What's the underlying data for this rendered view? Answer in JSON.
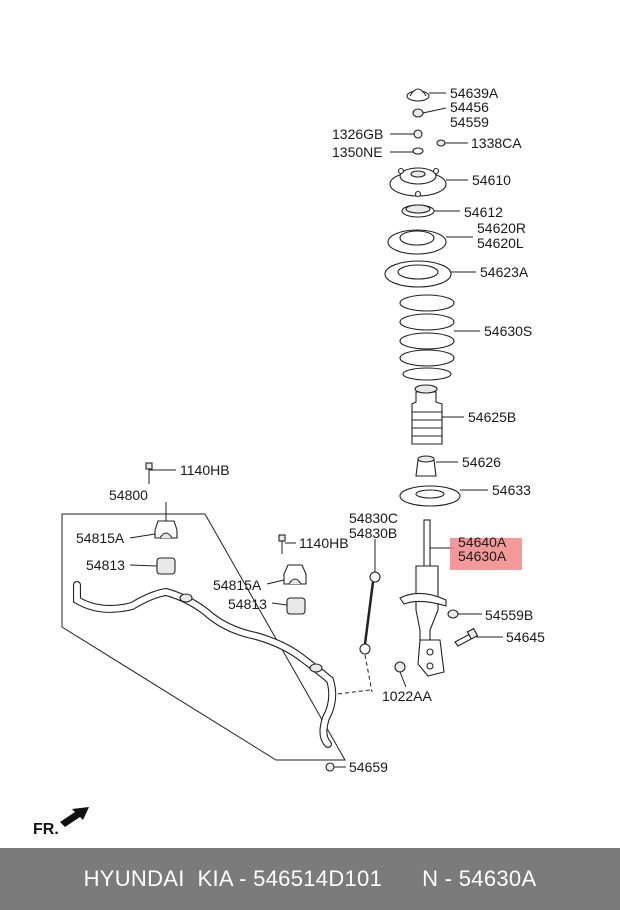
{
  "labels": {
    "p54639A": "54639A",
    "p54456": "54456",
    "p54559": "54559",
    "p1326GB": "1326GB",
    "p1338CA": "1338CA",
    "p1350NE": "1350NE",
    "p54610": "54610",
    "p54612": "54612",
    "p54620R": "54620R",
    "p54620L": "54620L",
    "p54623A": "54623A",
    "p54630S": "54630S",
    "p54625B": "54625B",
    "p54626": "54626",
    "p54633": "54633",
    "p1140HB_a": "1140HB",
    "p54800": "54800",
    "p54815A_a": "54815A",
    "p54813_a": "54813",
    "p54830C": "54830C",
    "p54830B": "54830B",
    "p54640A": "54640A",
    "p54630A": "54630A",
    "p1140HB_b": "1140HB",
    "p54815A_b": "54815A",
    "p54813_b": "54813",
    "p54559B": "54559B",
    "p54645": "54645",
    "p1022AA": "1022AA",
    "p54659": "54659"
  },
  "direction_label": "FR.",
  "highlight_color": "#f08080",
  "footer": {
    "left": "HYUNDAI  KIA - 546514D101",
    "right": "N - 54630A"
  }
}
